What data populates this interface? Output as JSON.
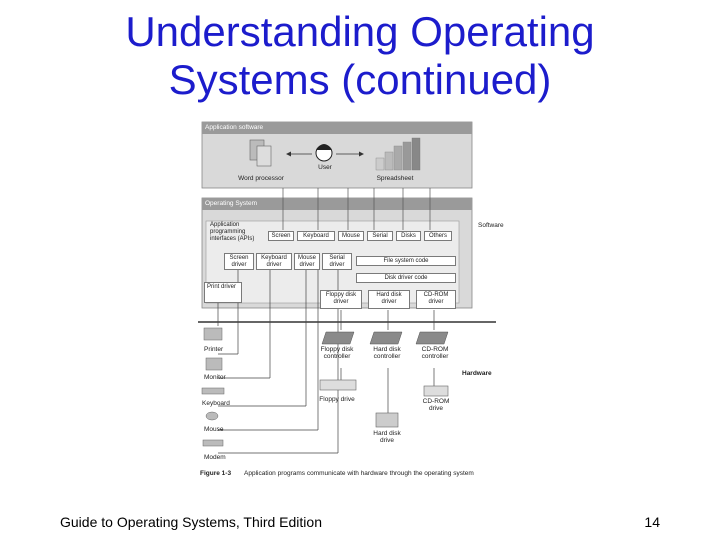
{
  "slide": {
    "title_line1": "Understanding Operating",
    "title_line2": "Systems (continued)",
    "footer_left": "Guide to Operating Systems, Third Edition",
    "page_number": "14"
  },
  "figure": {
    "application_layer_label": "Application software",
    "word_processor": "Word processor",
    "user": "User",
    "spreadsheet": "Spreadsheet",
    "os_layer_label": "Operating System",
    "api": "Application programming interfaces (APIs)",
    "api_items": [
      "Screen",
      "Keyboard",
      "Mouse",
      "Serial",
      "Disks",
      "Others"
    ],
    "drivers": [
      "Screen driver",
      "Keyboard driver",
      "Mouse driver",
      "Serial driver"
    ],
    "file_system_code": "File system code",
    "disk_driver_code": "Disk driver code",
    "print_driver": "Print driver",
    "disk_drivers": [
      "Floppy disk driver",
      "Hard disk driver",
      "CD-ROM driver"
    ],
    "software_label": "Software",
    "hardware_label": "Hardware",
    "controllers": [
      "Floppy disk controller",
      "Hard disk controller",
      "CD-ROM controller"
    ],
    "devices_left": [
      "Printer",
      "Monitor",
      "Keyboard",
      "Mouse",
      "Modem"
    ],
    "floppy_drive": "Floppy drive",
    "hard_disk_drive": "Hard disk drive",
    "cdrom_drive": "CD-ROM drive",
    "caption_number": "Figure 1-3",
    "caption_text": "Application programs communicate with hardware through the operating system"
  }
}
